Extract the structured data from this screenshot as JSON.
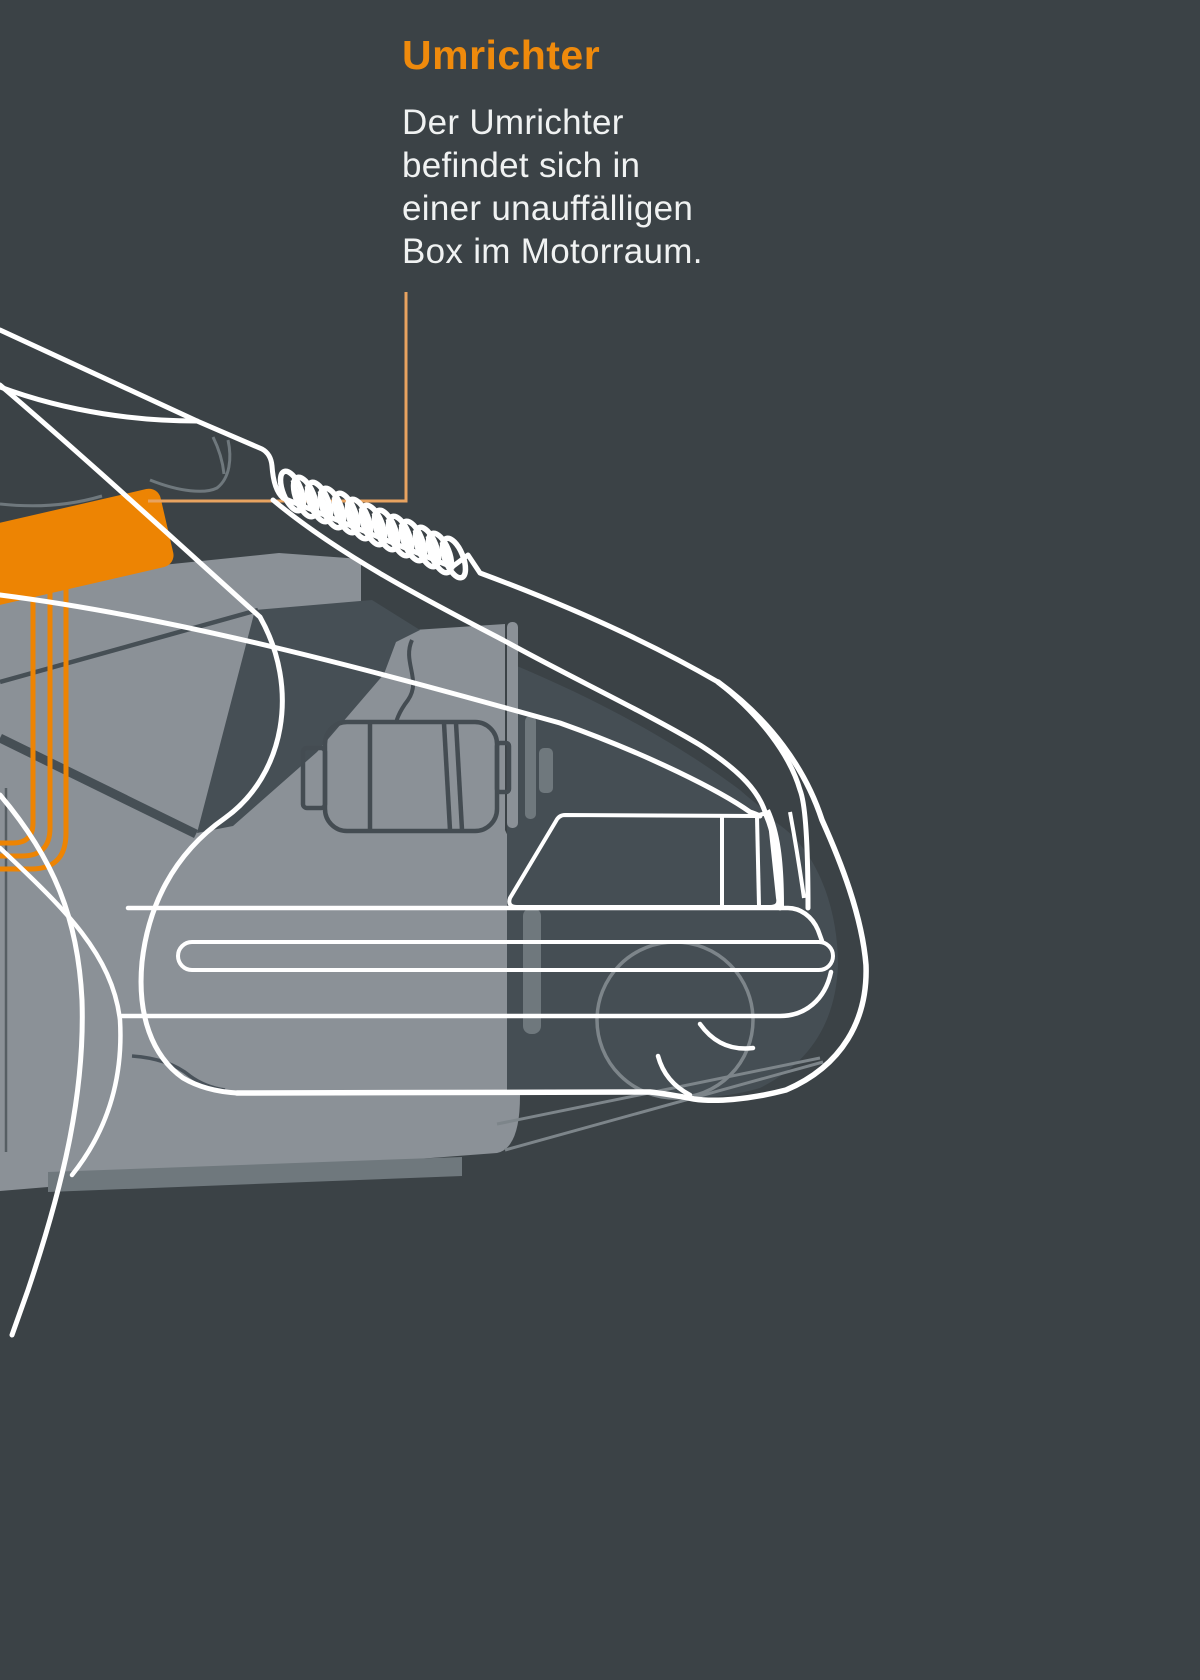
{
  "annotation": {
    "title": "Umrichter",
    "line1": "Der Umrichter",
    "line2": "befindet sich in",
    "line3": "einer unauffälligen",
    "line4": "Box im Motorraum."
  },
  "palette": {
    "bg": "#3b4246",
    "light": "#8b9197",
    "mid": "#6f787d",
    "dark": "#464f55",
    "dark2": "#454e54",
    "line": "#7d858a",
    "outline": "#444c52",
    "white": "#ffffff",
    "orange": "#ed8403",
    "orange-title": "#ef8a0c",
    "leader": "#e8a360",
    "text": "#f0f2f2"
  },
  "illustration": {
    "subject": "e-car front cutaway with inverter box highlighted in engine bay",
    "highlight_component": "inverter-box",
    "highlight_color": "#ed8403"
  }
}
